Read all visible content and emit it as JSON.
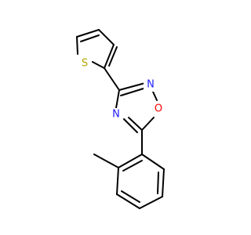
{
  "molecule": {
    "atoms": {
      "sulfur": "S",
      "n2": "N",
      "o1": "O",
      "n4": "N"
    },
    "colors": {
      "bond": "#000000",
      "sulfur": "#b2a400",
      "nitrogen": "#2020ff",
      "oxygen": "#ff0000",
      "background": "#ffffff"
    }
  }
}
